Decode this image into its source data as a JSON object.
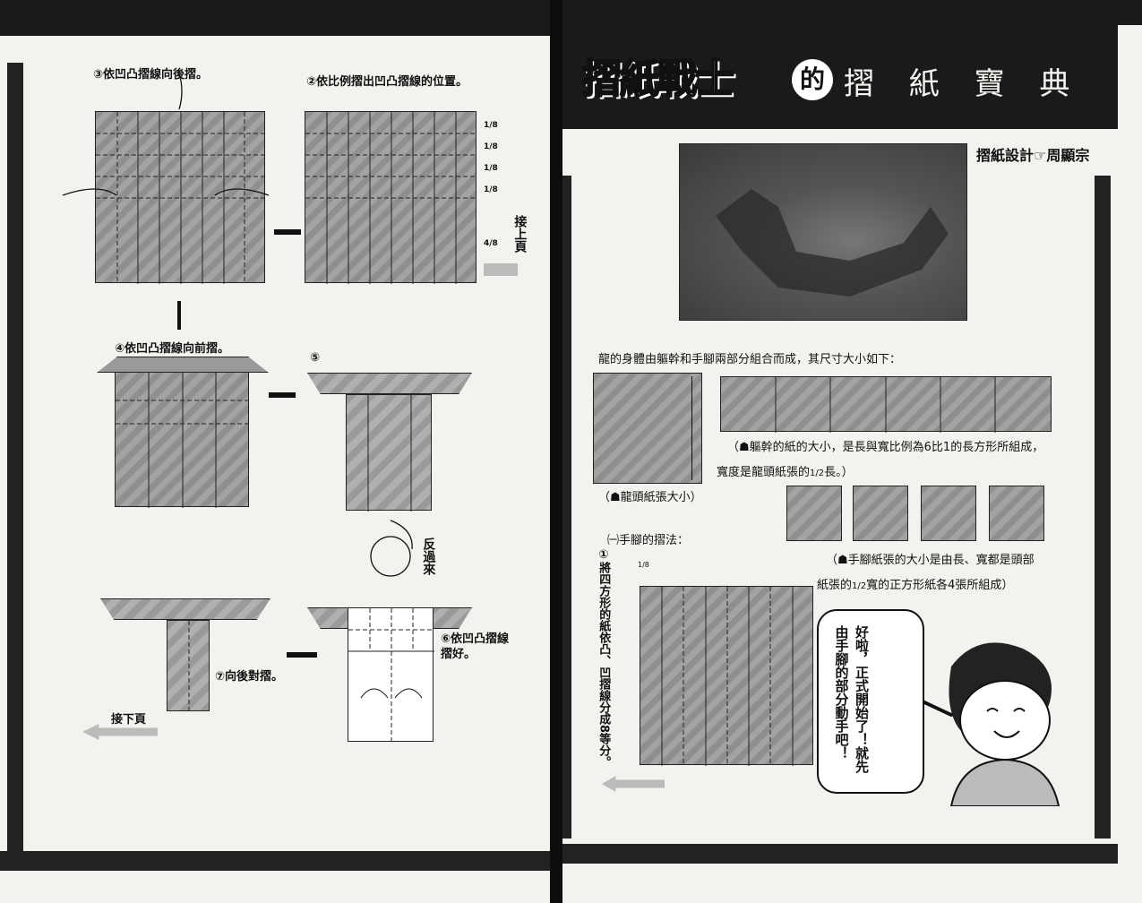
{
  "left_page": {
    "step3": "③依凹凸摺線向後摺。",
    "step2": "②依比例摺出凹凸摺線的位置。",
    "fractions": [
      "1/8",
      "1/8",
      "1/8",
      "1/8",
      "4/8"
    ],
    "continue_from": "接上頁",
    "step4": "④依凹凸摺線向前摺。",
    "step5": "⑤",
    "flip_over": "反過來",
    "step6": "⑥依凹凸摺線摺好。",
    "step7": "⑦向後對摺。",
    "continue_next": "接下頁"
  },
  "right_page": {
    "title_logo": "摺紙戰士",
    "title_de": "的",
    "title_main": "摺 紙 寶 典",
    "designer": "摺紙設計☞周顯宗",
    "intro": "龍的身體由軀幹和手腳兩部分組合而成，其尺寸大小如下：",
    "body_caption_line1": "（☗軀幹的紙的大小，是長與寬比例為6比1的長方形所組成，",
    "body_caption_line2": "寬度是龍頭紙張的",
    "body_caption_frac": "1/2",
    "body_caption_end": "長。）",
    "head_caption": "（☗龍頭紙張大小）",
    "section_title": "㈠手腳的摺法：",
    "limb_caption_line1": "（☗手腳紙張的大小是由長、寬都是頭部",
    "limb_caption_line2a": "紙張的",
    "limb_caption_frac": "1/2",
    "limb_caption_line2b": "寬的正方形紙各4張所組成）",
    "step1": "①將四方形的紙依凸、凹摺線分成8等分。",
    "ruler_mark": "1/8",
    "speech": "好啦，正式開始了！就先由手腳的部分動手吧！"
  },
  "colors": {
    "paper_gray": "#9a9a9a",
    "ink": "#111111",
    "page_bg": "#f3f2ee"
  }
}
